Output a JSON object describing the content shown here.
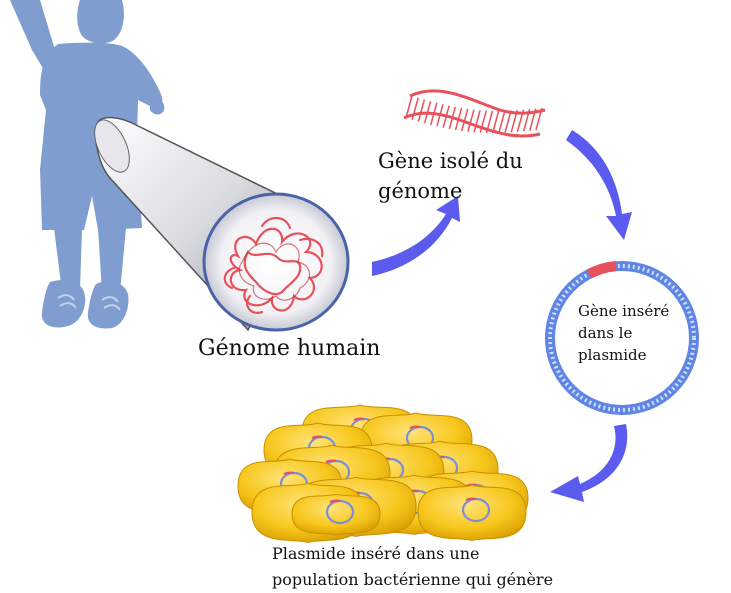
{
  "labels": {
    "gene_isole_line1": "Gène isolé du",
    "gene_isole_line2": "génome",
    "genome_humain": "Génome humain",
    "plasmide_line1": "Gène inséré",
    "plasmide_line2": "dans le",
    "plasmide_line3": "plasmide",
    "population_line1": "Plasmide inséré dans une",
    "population_line2": "population bactérienne qui génère"
  },
  "colors": {
    "figure": "#7f9dcf",
    "arrow": "#5b5bf0",
    "dna": "#e8505a",
    "plasmid": "#5f85e6",
    "bacteria": "#f5c51c"
  }
}
